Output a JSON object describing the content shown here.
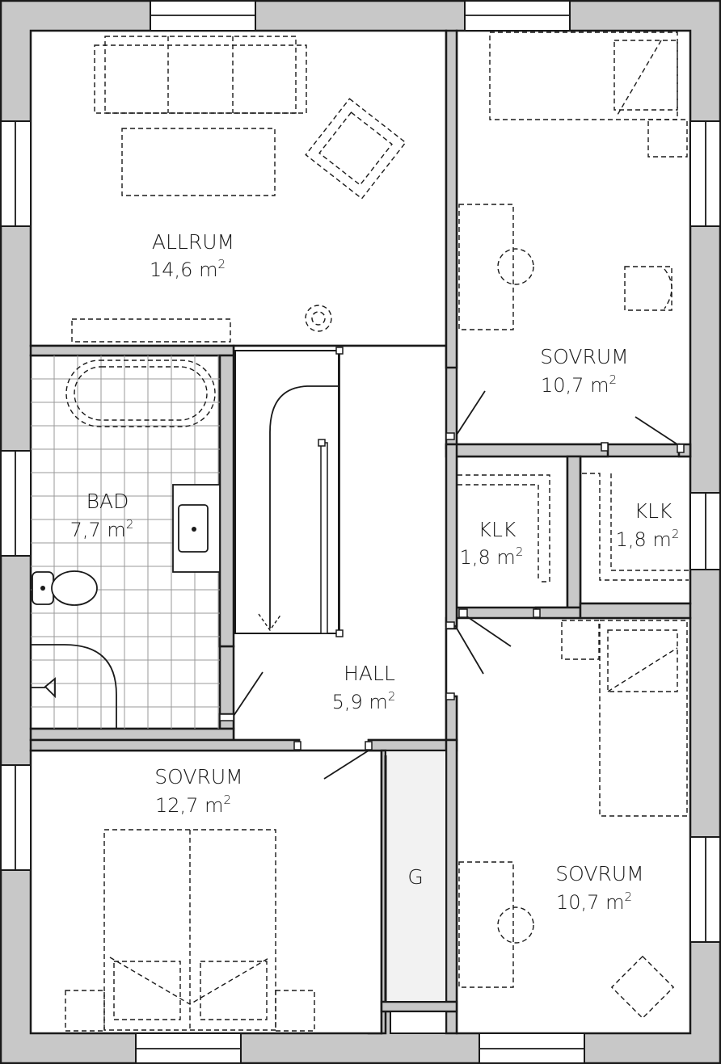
{
  "rooms": {
    "allrum": {
      "name": "ALLRUM",
      "area": "14,6 m",
      "unit_sup": "2"
    },
    "sovrum_ne": {
      "name": "SOVRUM",
      "area": "10,7 m",
      "unit_sup": "2"
    },
    "bad": {
      "name": "BAD",
      "area": "7,7 m",
      "unit_sup": "2"
    },
    "klk_left": {
      "name": "KLK",
      "area": "1,8 m",
      "unit_sup": "2"
    },
    "klk_right": {
      "name": "KLK",
      "area": "1,8 m",
      "unit_sup": "2"
    },
    "hall": {
      "name": "HALL",
      "area": "5,9 m",
      "unit_sup": "2"
    },
    "sovrum_sw": {
      "name": "SOVRUM",
      "area": "12,7 m",
      "unit_sup": "2"
    },
    "sovrum_se": {
      "name": "SOVRUM",
      "area": "10,7 m",
      "unit_sup": "2"
    },
    "garderob": {
      "name": "G"
    }
  },
  "colors": {
    "wall": "#c8c8c8",
    "line": "#1a1a1a",
    "floor": "#ffffff",
    "wardrobe": "#f2f2f2"
  }
}
